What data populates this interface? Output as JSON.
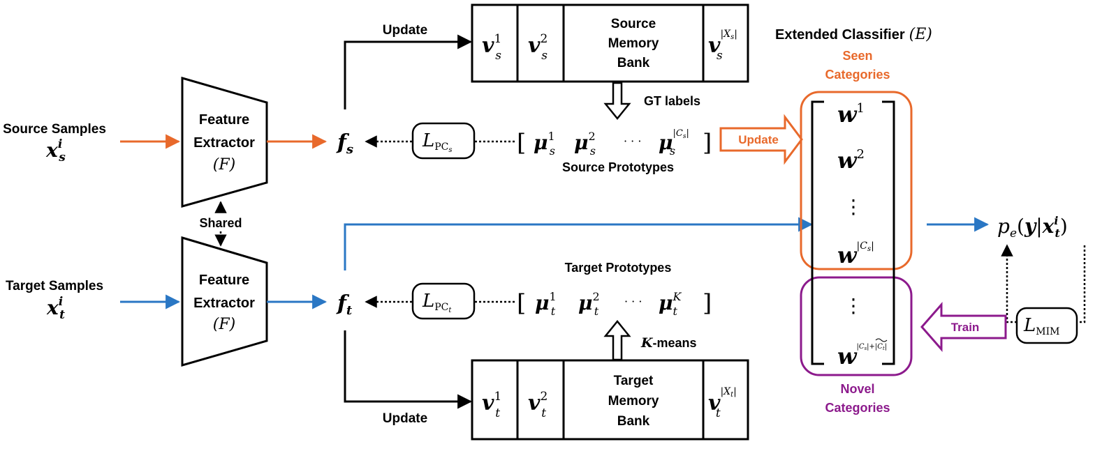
{
  "colors": {
    "source": "#e8692b",
    "target": "#2a77c4",
    "novel": "#8c1a8c",
    "stroke": "#000000"
  },
  "labels": {
    "source_samples": "Source Samples",
    "target_samples": "Target Samples",
    "feature_extractor_line1": "Feature",
    "feature_extractor_line2": "Extractor",
    "feature_extractor_sym": "(F)",
    "shared": "Shared",
    "update": "Update",
    "gt_labels": "GT labels",
    "kmeans_k": "K",
    "kmeans_rest": "-means",
    "source_prototypes": "Source Prototypes",
    "target_prototypes": "Target Prototypes",
    "source_memory_line1": "Source",
    "source_memory_line2": "Memory",
    "source_memory_line3": "Bank",
    "target_memory_line1": "Target",
    "target_memory_line2": "Memory",
    "target_memory_line3": "Bank",
    "extended_classifier": "Extended Classifier",
    "extended_classifier_sym": "(E)",
    "seen_line1": "Seen",
    "seen_line2": "Categories",
    "novel_line1": "Novel",
    "novel_line2": "Categories",
    "update_arrow": "Update",
    "train_arrow": "Train"
  },
  "math": {
    "xs_main": "x",
    "xs_sup": "i",
    "xs_sub": "s",
    "xt_main": "x",
    "xt_sup": "i",
    "xt_sub": "t",
    "fs_main": "f",
    "fs_sub": "s",
    "ft_main": "f",
    "ft_sub": "t",
    "lpc_main": "L",
    "lpc_sub": "PC",
    "lpc_s": "s",
    "lpc_t": "t",
    "lmim_main": "L",
    "lmim_sub": "MIM",
    "v": "v",
    "mu": "μ",
    "w": "w",
    "sup1": "1",
    "sup2": "2",
    "sup_Xs": "|X",
    "sup_Xs_sub": "s",
    "sup_Xs_end": "|",
    "sup_Xt": "|X",
    "sup_Xt_sub": "t",
    "sup_Xt_end": "|",
    "sup_Cs": "|C",
    "sup_Cs_sub": "s",
    "sup_Cs_end": "|",
    "sup_K": "K",
    "sup_CsCt": "|C",
    "sup_CsCt_2": "|+|",
    "sup_CsCt_tilde": "C",
    "sup_CsCt_end": "|",
    "sub_s": "s",
    "sub_t": "t",
    "cdots": "· · ·",
    "vdots": "⋮",
    "lbracket": "[",
    "rbracket": "]",
    "output_p": "p",
    "output_e": "e",
    "output_open": "(",
    "output_y": "y",
    "output_bar": "|",
    "output_x": "x",
    "output_i": "i",
    "output_t": "t",
    "output_close": ")"
  }
}
